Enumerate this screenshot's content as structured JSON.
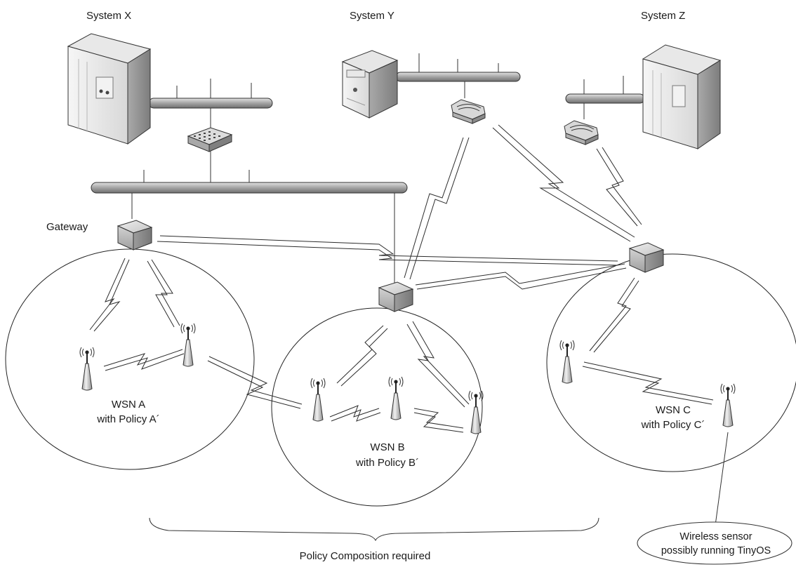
{
  "systems": {
    "x": "System X",
    "y": "System Y",
    "z": "System Z"
  },
  "gateway_label": "Gateway",
  "wsn": {
    "a": {
      "name": "WSN A",
      "policy": "with Policy A´"
    },
    "b": {
      "name": "WSN B",
      "policy": "with Policy B´"
    },
    "c": {
      "name": "WSN C",
      "policy": "with Policy C´"
    }
  },
  "composition_label": "Policy Composition required",
  "sensor_note": {
    "line1": "Wireless sensor",
    "line2": "possibly running TinyOS"
  },
  "icons": [
    "server-tower-icon",
    "server-box-icon",
    "network-switch-icon",
    "router-icon",
    "gateway-box-icon",
    "sensor-antenna-icon",
    "wireless-link-icon"
  ],
  "colors": {
    "stroke": "#2c2c2c",
    "server_light": "#efefef",
    "server_dark": "#9a9a9a",
    "bus": "#a8a8a8"
  }
}
